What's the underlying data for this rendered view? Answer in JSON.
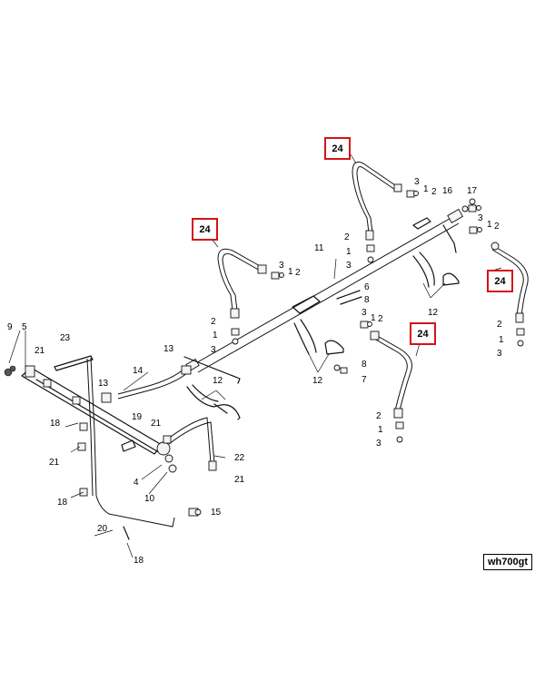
{
  "highlight_color": "#d4121a",
  "drawing_code": "wh700gt",
  "highlighted_label": "24",
  "callouts": {
    "hose_top": "24",
    "hose_left": "24",
    "hose_right": "24",
    "hose_mid": "24",
    "c2a": "2",
    "c1a": "1",
    "c3a": "3",
    "c3b": "3",
    "c1b": "1",
    "c2b": "2",
    "c16": "16",
    "c17": "17",
    "c3c": "3",
    "c1c": "1",
    "c2c": "2",
    "c11": "11",
    "c3d": "3",
    "c1d": "1",
    "c2d": "2",
    "c2e": "2",
    "c1e": "1",
    "c3e": "3",
    "c6": "6",
    "c8a": "8",
    "c12a": "12",
    "c3f": "3",
    "c1f": "1",
    "c2f": "2",
    "c2g": "2",
    "c1g": "1",
    "c3g": "3",
    "c9": "9",
    "c5": "5",
    "c23": "23",
    "c21a": "21",
    "c13a": "13",
    "c13b": "13",
    "c14": "14",
    "c12b": "12",
    "c12c": "12",
    "c8b": "8",
    "c7": "7",
    "c2h": "2",
    "c1h": "1",
    "c3h": "3",
    "c18a": "18",
    "c19": "19",
    "c21b": "21",
    "c21c": "21",
    "c4": "4",
    "c10": "10",
    "c22": "22",
    "c21d": "21",
    "c18b": "18",
    "c15": "15",
    "c20": "20",
    "c18c": "18"
  }
}
